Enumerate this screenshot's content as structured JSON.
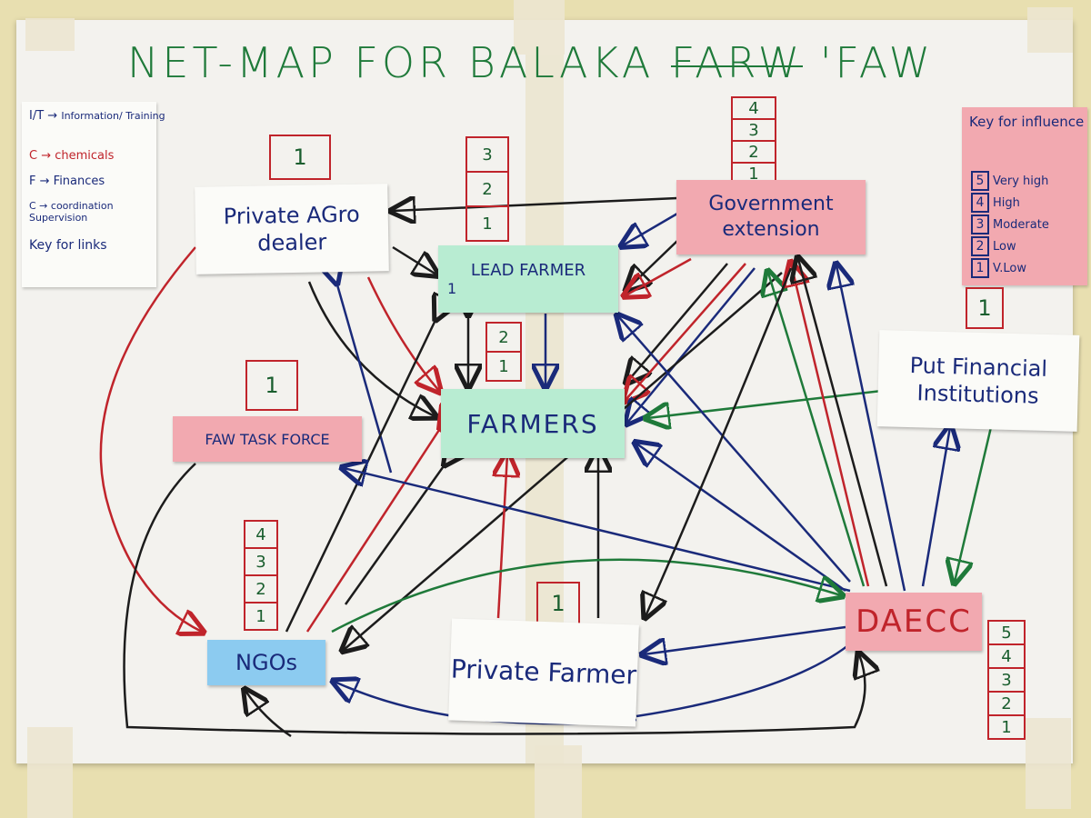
{
  "title": {
    "part1": "NET-MAP FOR BALAKA ",
    "struck": "FARW",
    "part2": " 'FAW"
  },
  "legend_links": {
    "rows": [
      {
        "code": "I/T",
        "text": "Information/ Training",
        "color": "#1a2a7a"
      },
      {
        "code": "C",
        "text": "chemicals",
        "color": "#c0242b"
      },
      {
        "code": "F",
        "text": "Finances",
        "color": "#1a2a7a"
      },
      {
        "code": "C",
        "text": "coordination Supervision",
        "color": "#1a2a7a"
      }
    ],
    "footer": "Key for links"
  },
  "legend_influence": {
    "title": "Key for influence",
    "rows": [
      {
        "level": "5",
        "label": "Very high"
      },
      {
        "level": "4",
        "label": "High"
      },
      {
        "level": "3",
        "label": "Moderate"
      },
      {
        "level": "2",
        "label": "Low"
      },
      {
        "level": "1",
        "label": "V.Low"
      }
    ]
  },
  "nodes": {
    "private_agro": {
      "label": "Private AGro dealer",
      "influence": "1"
    },
    "lead_farmer": {
      "label": "LEAD FARMER",
      "sub": "1",
      "influence": [
        "3",
        "2",
        "1"
      ]
    },
    "gov_extension": {
      "label": "Government extension",
      "influence": [
        "4",
        "3",
        "2",
        "1"
      ]
    },
    "faw_task_force": {
      "label": "FAW TASK FORCE",
      "influence": "1"
    },
    "farmers": {
      "label": "FARMERS",
      "influence": [
        "2",
        "1"
      ]
    },
    "financial": {
      "label": "Put Financial Institutions",
      "influence": "1"
    },
    "ngos": {
      "label": "NGOs",
      "influence": [
        "4",
        "3",
        "2",
        "1"
      ]
    },
    "private_farmer": {
      "label": "Private Farmer",
      "influence": "1"
    },
    "daecc": {
      "label": "DAECC",
      "influence": [
        "5",
        "4",
        "3",
        "2",
        "1"
      ]
    }
  },
  "colors": {
    "training": "#1a2a7a",
    "chemicals": "#c0242b",
    "finances": "#1f7a3a",
    "coordination": "#1c1c1c"
  }
}
